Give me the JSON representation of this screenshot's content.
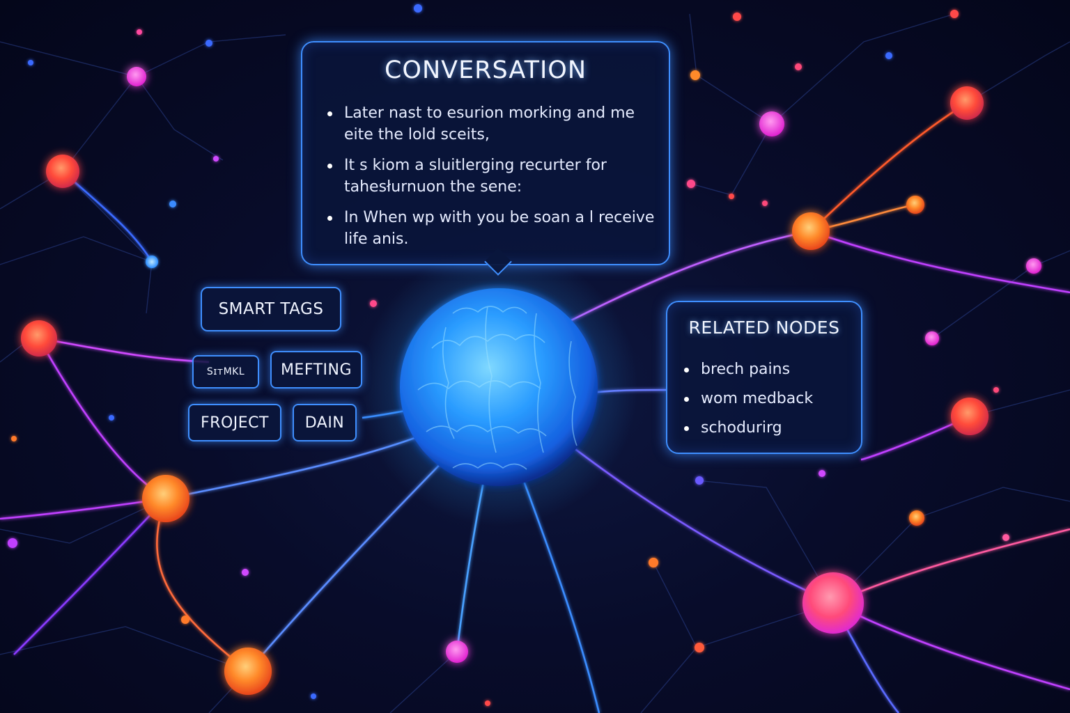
{
  "conversation": {
    "title": "CONVERSATION",
    "items": [
      "Later nast to esurion morking and me eite the lold sceits,",
      "It s kiom a sluitlerging recurter for tahesłurnuon the sene:",
      "In When wp with you be soan a l receive life anis."
    ]
  },
  "smart_tags": {
    "title": "SMART TAGS",
    "tags": [
      "SɪᴛMKL",
      "MEFTING",
      "FROJECT",
      "DAIN"
    ]
  },
  "related_nodes": {
    "title": "RELATED NODES",
    "items": [
      "brech pains",
      "wom medback",
      "schodurirg"
    ]
  },
  "colors": {
    "background": "#060a22",
    "panel_border": "#3f8fff",
    "core_node": "#2aa8ff",
    "orange_node": "#ff7a1e",
    "magenta_node": "#ff2fd0"
  }
}
